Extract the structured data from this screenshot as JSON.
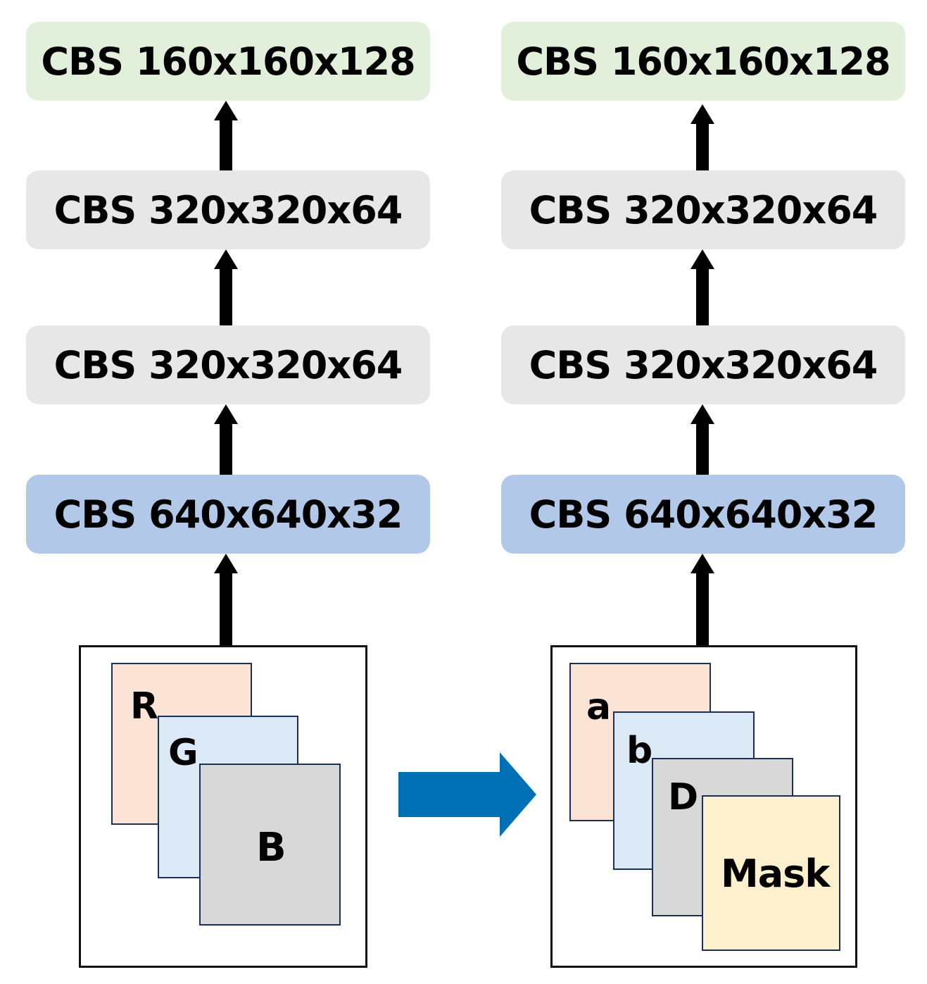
{
  "colors": {
    "output_block": "#e2efdb",
    "middle_block": "#e7e7e7",
    "input_block": "#b1c8e8",
    "sheet_r": "#fbe4d6",
    "sheet_g": "#dceaf7",
    "sheet_b": "#d8d8d8",
    "sheet_mask": "#fdf0cc",
    "transform_arrow": "#0070b5"
  },
  "left_network": {
    "blocks": [
      "CBS 160x160x128",
      "CBS 320x320x64",
      "CBS 320x320x64",
      "CBS 640x640x32"
    ],
    "input_channels": [
      "R",
      "G",
      "B"
    ]
  },
  "right_network": {
    "blocks": [
      "CBS 160x160x128",
      "CBS 320x320x64",
      "CBS 320x320x64",
      "CBS 640x640x32"
    ],
    "input_channels": [
      "a",
      "b",
      "D",
      "Mask"
    ]
  },
  "icons": {
    "flow_arrow": "arrow-up-icon",
    "transform_arrow": "arrow-right-icon"
  }
}
